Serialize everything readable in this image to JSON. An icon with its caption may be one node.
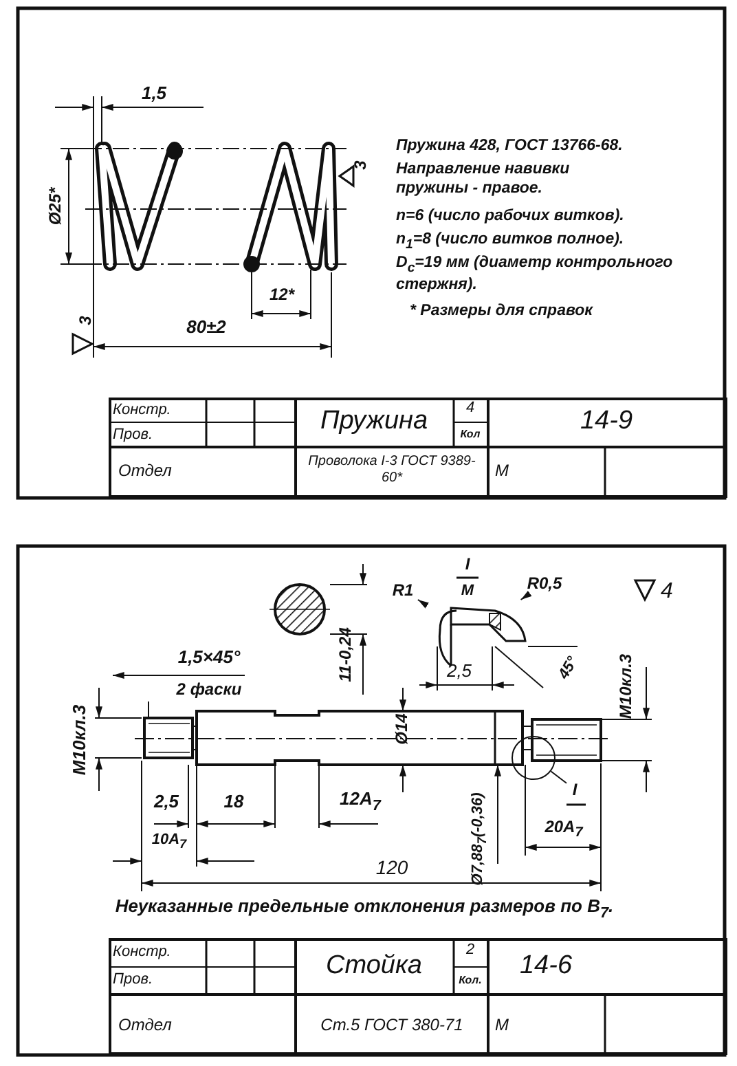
{
  "diagram": {
    "nodes": [
      {
        "text": [
          "R1"
        ]
      },
      {
        "text": [
          "R0,5"
        ]
      },
      {
        "text": [],
        "shape": "picture"
      },
      {
        "text": [],
        "shape": "circle"
      },
      {
        "text": [
          "I"
        ]
      }
    ],
    "edges": [
      {
        "from": 0,
        "to": 2,
        "arrow": "to"
      },
      {
        "from": 1,
        "to": 2,
        "arrow": "to"
      },
      {
        "from": 4,
        "to": 3,
        "arrow": "none"
      }
    ],
    "labels": [
      "1,5",
      "Ø25*",
      "3",
      "12*",
      "3",
      "80±2",
      "Пружина 428, ГОСТ 13766-68.",
      "Направление навивки пружины - правое.",
      "n=6 (число рабочих витков).",
      "n$_{1}$=8 (число витков полное).",
      "D$_{c}$=19 мм (диаметр контрольного стержня).",
      "* Размеры для справок",
      "Констр.",
      "Пров.",
      "Пружина",
      "4",
      "Кол",
      "14-9",
      "Отдел",
      "Проволока I-3 ГОСТ 9389-60*",
      "М",
      "I",
      "М",
      "4",
      "11-0,24",
      "2,5",
      "45°",
      "1,5×45°",
      "2 фаски",
      "M10кл.3",
      "Ø14",
      "M10кл.3",
      "2,5",
      "18",
      "12A$_{7}$",
      "10A$_{7}$",
      "Ø7,88$_{7}$(-0,36)",
      "20A$_{7}$",
      "120",
      "Неуказанные предельные отклонения размеров по В$_{7}$.",
      "Констр.",
      "Пров.",
      "Стойка",
      "2",
      "Кол.",
      "14-6",
      "Отдел",
      "Ст.5 ГОСТ 380-71",
      "М"
    ]
  }
}
